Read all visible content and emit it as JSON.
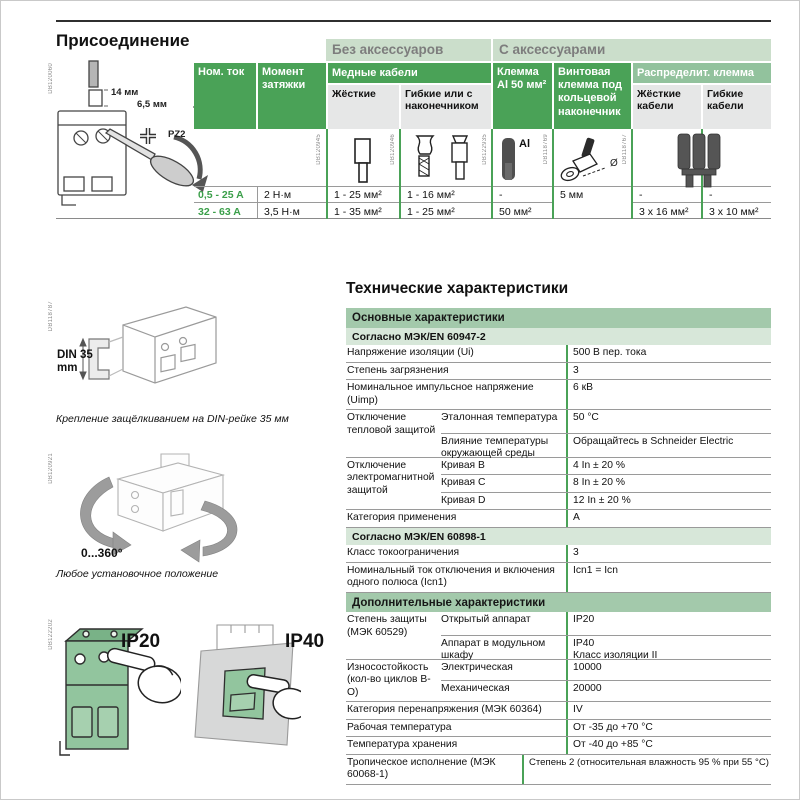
{
  "connection": {
    "title": "Присоединение",
    "code": "DB120060",
    "dim_strip": "14 мм",
    "dim_screw": "6,5 мм",
    "screw_type": "PZ2",
    "table": {
      "group_without": "Без аксессуаров",
      "group_with": "С аксессуарами",
      "col_current": "Ном. ток",
      "col_torque": "Момент затяжки",
      "col_copper": "Медные кабели",
      "col_rigid": "Жёсткие",
      "col_flexible": "Гибкие или с наконечником",
      "col_al": "Клемма Al 50 мм²",
      "col_screw": "Винтовая клемма под кольцевой наконечник",
      "col_dist": "Распределит. клемма",
      "col_dist_rigid": "Жёсткие кабели",
      "col_dist_flexible": "Гибкие кабели",
      "al_marking": "Al",
      "diameter_marking": "Ø",
      "icon_codes": [
        "DB120945",
        "DB120946",
        "DB122935",
        "DB118769",
        "DB118767"
      ],
      "rows": [
        {
          "current": "0,5 - 25 A",
          "torque": "2 Н·м",
          "rigid": "1 - 25 мм²",
          "flexible": "1 - 16 мм²",
          "al": "-",
          "screw": "5 мм",
          "dist_rigid": "-",
          "dist_flexible": "-"
        },
        {
          "current": "32 - 63 A",
          "torque": "3,5 Н·м",
          "rigid": "1 - 35 мм²",
          "flexible": "1 - 25 мм²",
          "al": "50 мм²",
          "dist_rigid": "3 x 16 мм²",
          "dist_flexible": "3 x 10 мм²"
        }
      ]
    }
  },
  "mounting": {
    "din": {
      "code": "DB118787",
      "label": "DIN 35 mm",
      "caption": "Крепление защёлкиванием на DIN-рейке 35 мм"
    },
    "rotation": {
      "code": "DB120921",
      "label": "0...360°",
      "caption": "Любое установочное положение"
    },
    "ip": {
      "code": "DB122202",
      "ip20": "IP20",
      "ip40": "IP40"
    }
  },
  "tech": {
    "title": "Технические характеристики",
    "band_main": "Основные характеристики",
    "band_iec947": "Согласно МЭК/EN 60947-2",
    "ui_label": "Напряжение изоляции (Ui)",
    "ui_value": "500 В пер. тока",
    "pollution_label": "Степень загрязнения",
    "pollution_value": "3",
    "uimp_label": "Номинальное импульсное напряжение (Uimp)",
    "uimp_value": "6 кВ",
    "thermal_label": "Отключение тепловой защитой",
    "thermal_ref_label": "Эталонная температура",
    "thermal_ref_value": "50 °C",
    "thermal_env_label": "Влияние температуры окружающей среды",
    "thermal_env_value": "Обращайтесь в Schneider Electric",
    "magnetic_label": "Отключение электромагнитной защитой",
    "curve_b_label": "Кривая B",
    "curve_b_value": "4 In ± 20 %",
    "curve_c_label": "Кривая C",
    "curve_c_value": "8 In ± 20 %",
    "curve_d_label": "Кривая D",
    "curve_d_value": "12 In ± 20 %",
    "category_label": "Категория применения",
    "category_value": "A",
    "band_iec898": "Согласно МЭК/EN 60898-1",
    "limit_label": "Класс токоограничения",
    "limit_value": "3",
    "icn1_label": "Номинальный ток отключения и включения одного полюса (Icn1)",
    "icn1_value": "Icn1 = Icn",
    "band_add": "Дополнительные характеристики",
    "protect_label": "Степень защиты (МЭК 60529)",
    "protect_open_label": "Открытый аппарат",
    "protect_open_value": "IP20",
    "protect_cab_label": "Аппарат в модульном шкафу",
    "protect_cab_value1": "IP40",
    "protect_cab_value2": "Класс изоляции II",
    "wear_label": "Износостойкость (кол-во циклов В-О)",
    "wear_el_label": "Электрическая",
    "wear_el_value": "10000",
    "wear_mech_label": "Механическая",
    "wear_mech_value": "20000",
    "overvolt_label": "Категория перенапряжения (МЭК 60364)",
    "overvolt_value": "IV",
    "temp_work_label": "Рабочая температура",
    "temp_work_value": "От -35 до +70 °C",
    "temp_store_label": "Температура хранения",
    "temp_store_value": "От -40 до +85 °C",
    "tropic_label": "Тропическое исполнение (МЭК 60068-1)",
    "tropic_value": "Степень 2 (относительная влажность 95 % при 55 °C)"
  }
}
